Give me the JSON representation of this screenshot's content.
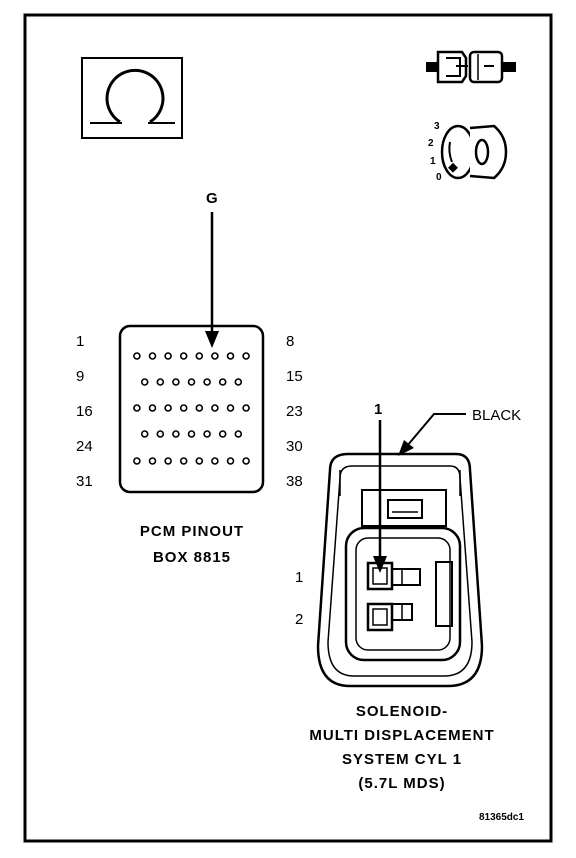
{
  "symbol": {
    "name": "ohm-symbol"
  },
  "pcm_connector": {
    "pin_label": "G",
    "row_labels_left": [
      "1",
      "9",
      "16",
      "24",
      "31"
    ],
    "row_labels_right": [
      "8",
      "15",
      "23",
      "30",
      "38"
    ],
    "caption": [
      "PCM PINOUT",
      "BOX 8815"
    ]
  },
  "solenoid_connector": {
    "pin_label": "1",
    "color_label": "BLACK",
    "cavity_labels": [
      "1",
      "2"
    ],
    "caption": [
      "SOLENOID-",
      "MULTI DISPLACEMENT",
      "SYSTEM CYL 1",
      "(5.7L MDS)"
    ]
  },
  "meter_dial": {
    "positions": [
      "3",
      "2",
      "1",
      "0"
    ]
  },
  "figure_id": "81365dc1"
}
